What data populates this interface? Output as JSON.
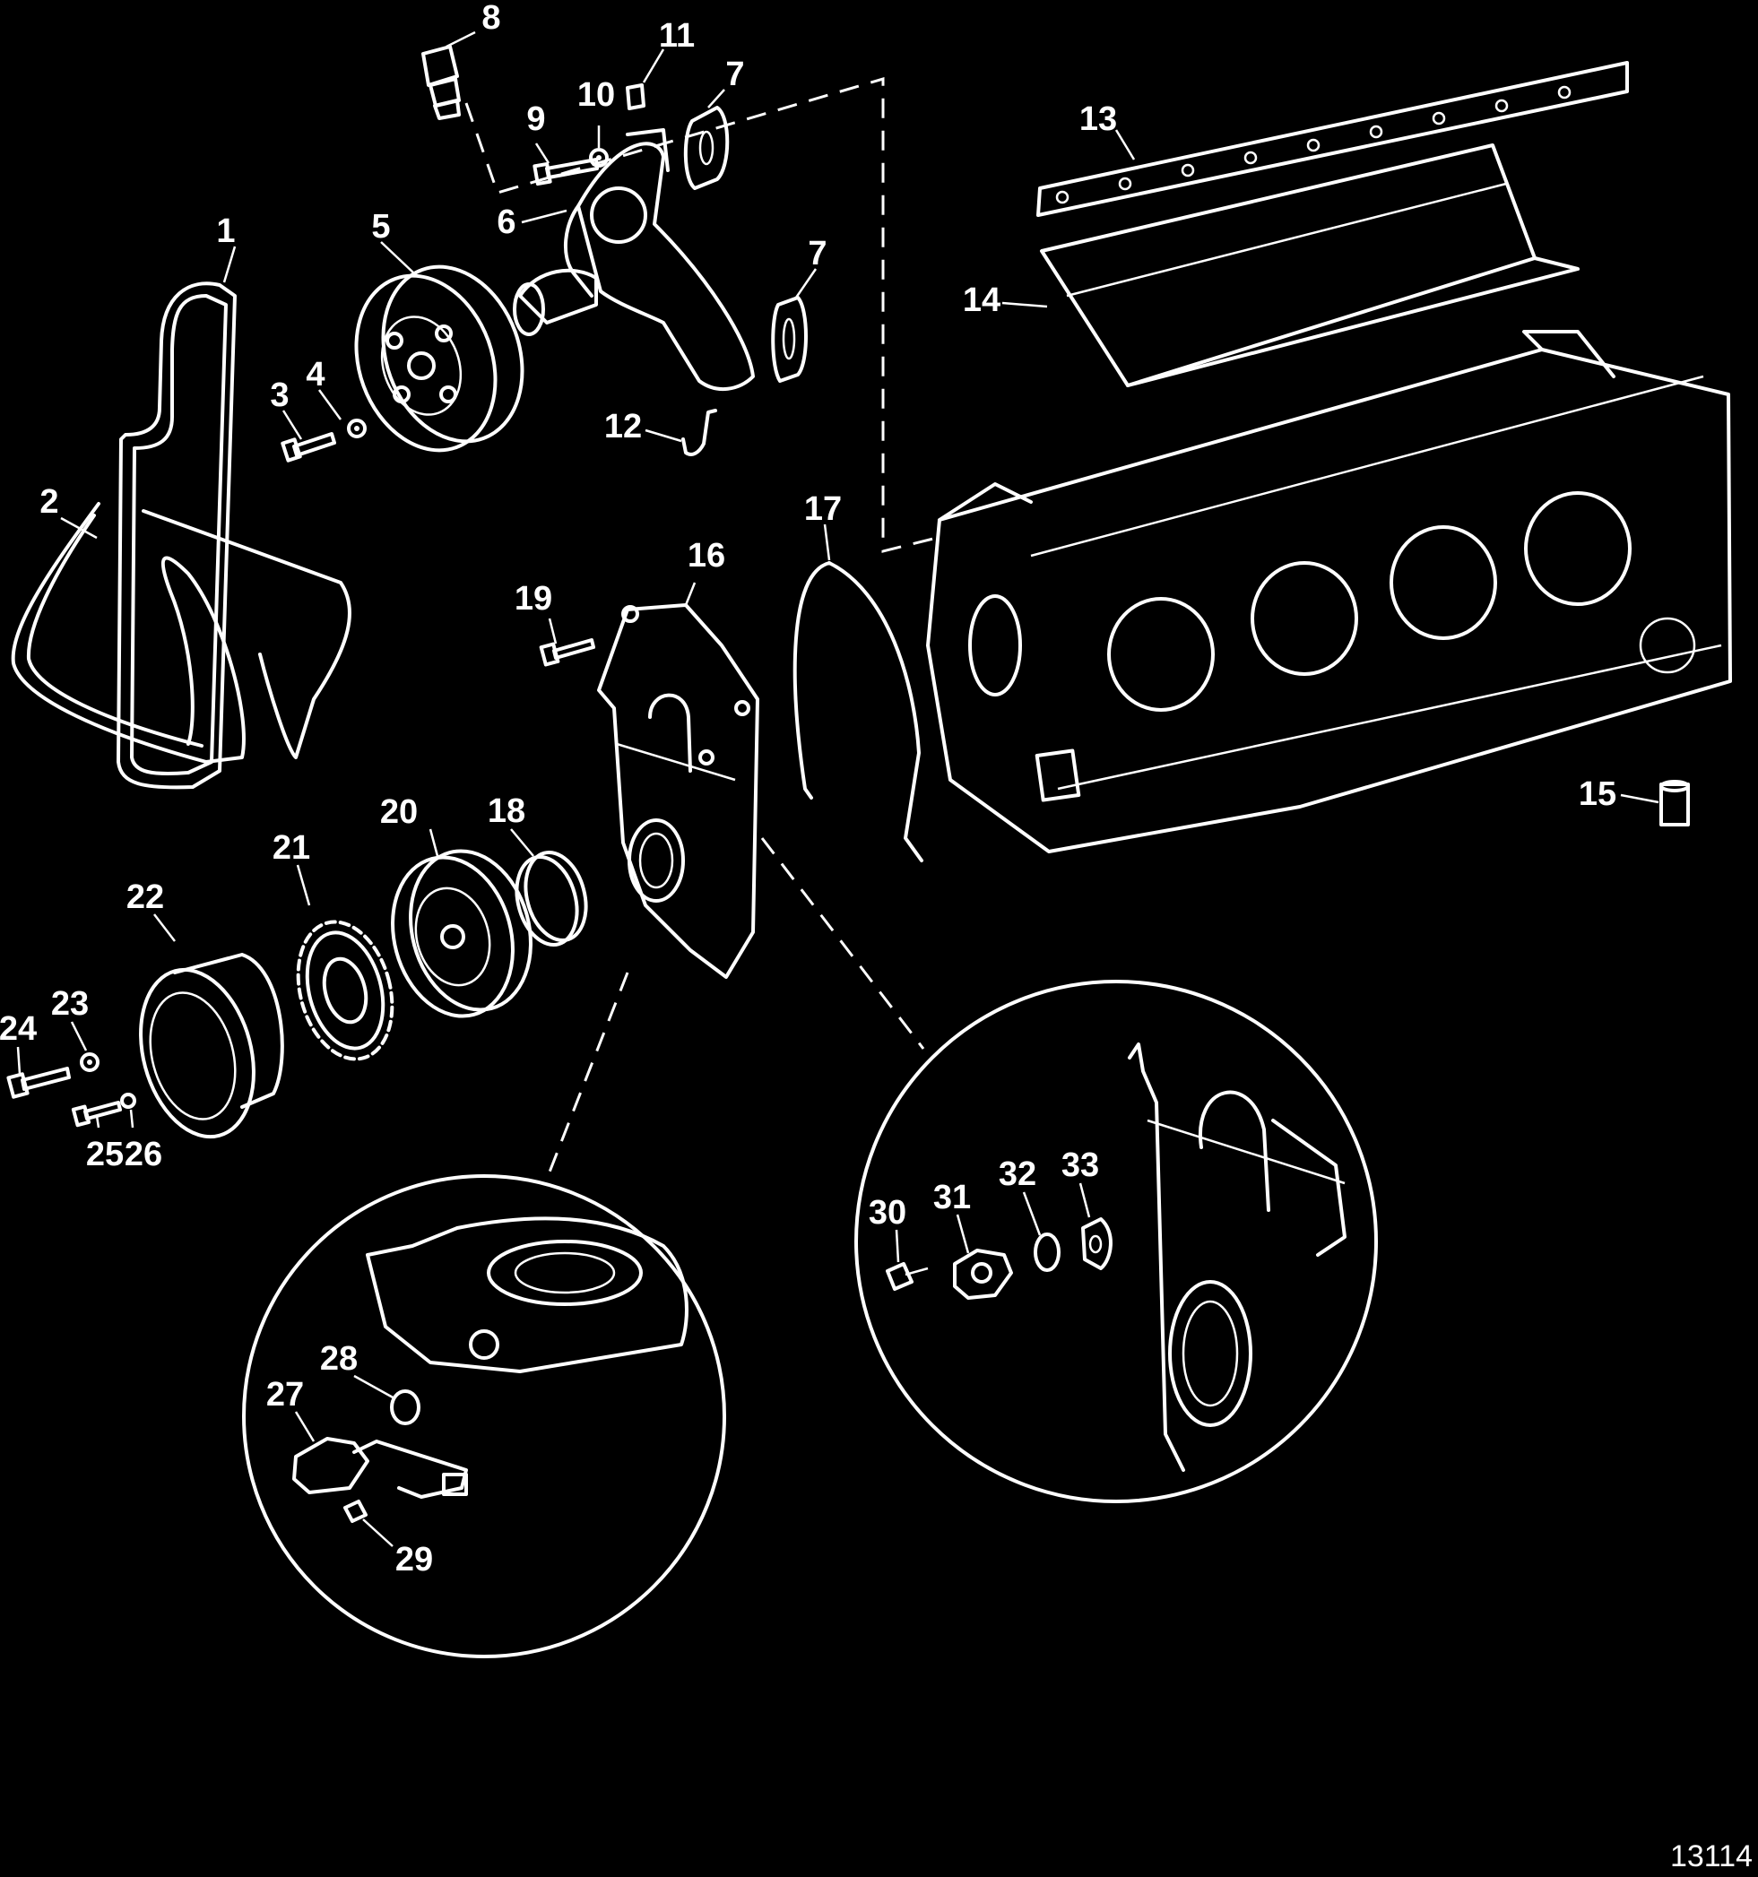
{
  "diagram": {
    "figure_number": "13114",
    "callouts": [
      {
        "id": "c1",
        "label": "1"
      },
      {
        "id": "c2",
        "label": "2"
      },
      {
        "id": "c3",
        "label": "3"
      },
      {
        "id": "c4",
        "label": "4"
      },
      {
        "id": "c5",
        "label": "5"
      },
      {
        "id": "c6",
        "label": "6"
      },
      {
        "id": "c7a",
        "label": "7"
      },
      {
        "id": "c7b",
        "label": "7"
      },
      {
        "id": "c8",
        "label": "8"
      },
      {
        "id": "c9",
        "label": "9"
      },
      {
        "id": "c10",
        "label": "10"
      },
      {
        "id": "c11",
        "label": "11"
      },
      {
        "id": "c12",
        "label": "12"
      },
      {
        "id": "c13",
        "label": "13"
      },
      {
        "id": "c14",
        "label": "14"
      },
      {
        "id": "c15",
        "label": "15"
      },
      {
        "id": "c16",
        "label": "16"
      },
      {
        "id": "c17",
        "label": "17"
      },
      {
        "id": "c18",
        "label": "18"
      },
      {
        "id": "c19",
        "label": "19"
      },
      {
        "id": "c20",
        "label": "20"
      },
      {
        "id": "c21",
        "label": "21"
      },
      {
        "id": "c22",
        "label": "22"
      },
      {
        "id": "c23",
        "label": "23"
      },
      {
        "id": "c24",
        "label": "24"
      },
      {
        "id": "c25",
        "label": "25"
      },
      {
        "id": "c26",
        "label": "26"
      },
      {
        "id": "c27",
        "label": "27"
      },
      {
        "id": "c28",
        "label": "28"
      },
      {
        "id": "c29",
        "label": "29"
      },
      {
        "id": "c30",
        "label": "30"
      },
      {
        "id": "c31",
        "label": "31"
      },
      {
        "id": "c32",
        "label": "32"
      },
      {
        "id": "c33",
        "label": "33"
      }
    ]
  }
}
